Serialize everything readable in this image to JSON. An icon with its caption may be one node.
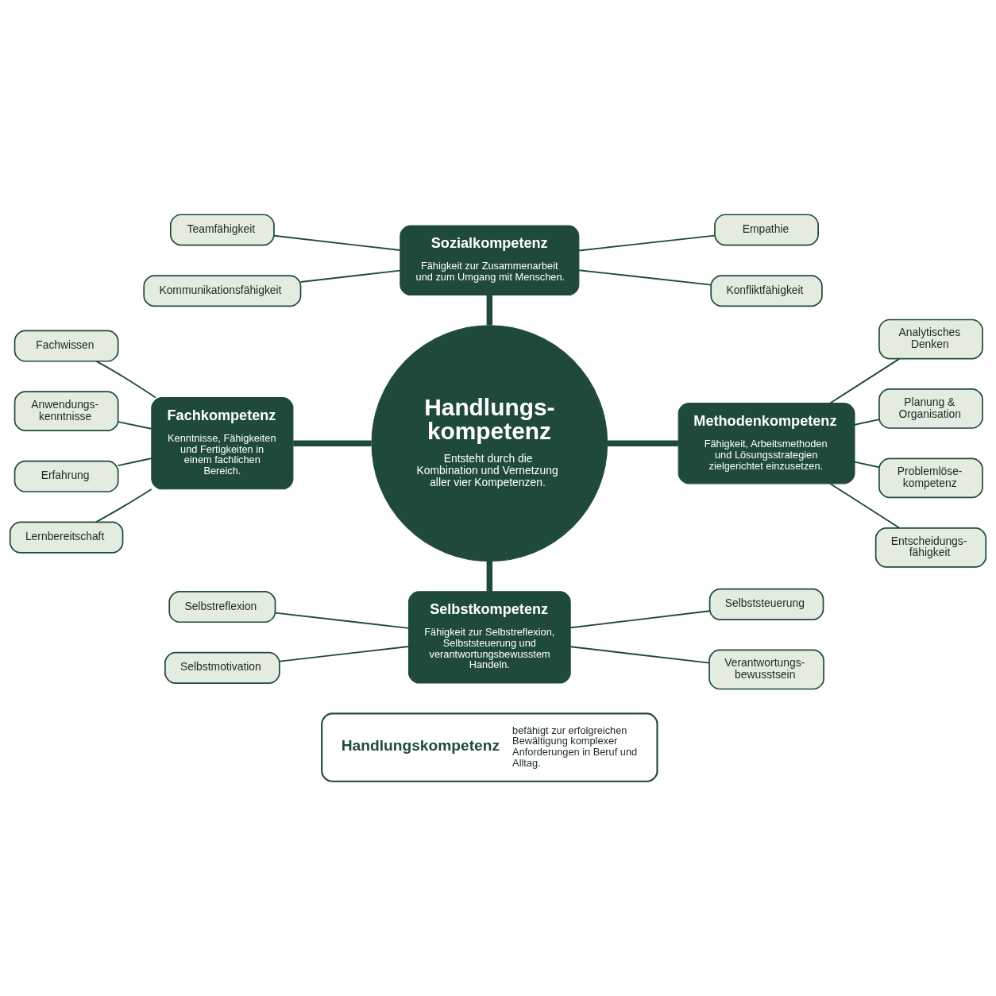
{
  "diagram": {
    "nodes": [
      {
        "text": [
          "Sozialkompetenz",
          "Fähigkeit zur Zusammenarbeit und zum Umgang mit Menschen."
        ]
      },
      {
        "text": [
          "Teamfähigkeit"
        ]
      },
      {
        "text": [
          "Kommunikationsfähigkeit"
        ]
      },
      {
        "text": [
          "Empathie"
        ]
      },
      {
        "text": [
          "Konfliktfähigkeit"
        ]
      },
      {
        "text": [
          "Handlungs- kompetenz",
          "Entsteht durch die Kombination und Vernetzung aller vier Kompetenzen."
        ]
      },
      {
        "text": [
          "Fachkompetenz",
          "Kenntnisse, Fähigkeiten und Fertigkeiten in einem fachlichen Bereich."
        ]
      },
      {
        "text": [
          "Fachwissen"
        ]
      },
      {
        "text": [
          "Anwendungs- kenntnisse"
        ]
      },
      {
        "text": [
          "Erfahrung"
        ]
      },
      {
        "text": [
          "Lernbereitschaft"
        ]
      },
      {
        "text": [
          "Methodenkompetenz",
          "Fähigkeit, Arbeitsmethoden und Lösungsstrategien zielgerichtet einzusetzen."
        ]
      },
      {
        "text": [
          "Analytisches Denken"
        ]
      },
      {
        "text": [
          "Planung & Organisation"
        ]
      },
      {
        "text": [
          "Problemlöse- kompetenz"
        ]
      },
      {
        "text": [
          "Entscheidungs- fähigkeit"
        ]
      },
      {
        "text": [
          "Selbstkompetenz",
          "Fähigkeit zur Selbstreflexion, Selbststeuerung und verantwortungsbewusstem Handeln."
        ]
      },
      {
        "text": [
          "Selbstreflexion"
        ]
      },
      {
        "text": [
          "Selbstmotivation"
        ]
      },
      {
        "text": [
          "Selbststeuerung"
        ]
      },
      {
        "text": [
          "Verantwortungs- bewusstsein"
        ]
      },
      {
        "text": [
          "Handlungskompetenz",
          "befähigt zur erfolgreichen Bewältigung komplexer Anforderungen in Beruf und Alltag."
        ]
      }
    ],
    "edges": [
      {
        "from": 1,
        "to": 0,
        "arrow": "none"
      },
      {
        "from": 2,
        "to": 0,
        "arrow": "none"
      },
      {
        "from": 0,
        "to": 3,
        "arrow": "none"
      },
      {
        "from": 0,
        "to": 4,
        "arrow": "none"
      },
      {
        "from": 0,
        "to": 5,
        "arrow": "none",
        "style": "thick"
      },
      {
        "from": 6,
        "to": 5,
        "arrow": "none",
        "style": "thick"
      },
      {
        "from": 5,
        "to": 11,
        "arrow": "none",
        "style": "thick"
      },
      {
        "from": 5,
        "to": 16,
        "arrow": "none",
        "style": "thick"
      },
      {
        "from": 7,
        "to": 6,
        "arrow": "none"
      },
      {
        "from": 8,
        "to": 6,
        "arrow": "none"
      },
      {
        "from": 9,
        "to": 6,
        "arrow": "none"
      },
      {
        "from": 10,
        "to": 6,
        "arrow": "none"
      },
      {
        "from": 11,
        "to": 12,
        "arrow": "none"
      },
      {
        "from": 11,
        "to": 13,
        "arrow": "none"
      },
      {
        "from": 11,
        "to": 14,
        "arrow": "none"
      },
      {
        "from": 11,
        "to": 15,
        "arrow": "none"
      },
      {
        "from": 17,
        "to": 16,
        "arrow": "none"
      },
      {
        "from": 18,
        "to": 16,
        "arrow": "none"
      },
      {
        "from": 16,
        "to": 19,
        "arrow": "none"
      },
      {
        "from": 16,
        "to": 20,
        "arrow": "none"
      }
    ]
  }
}
